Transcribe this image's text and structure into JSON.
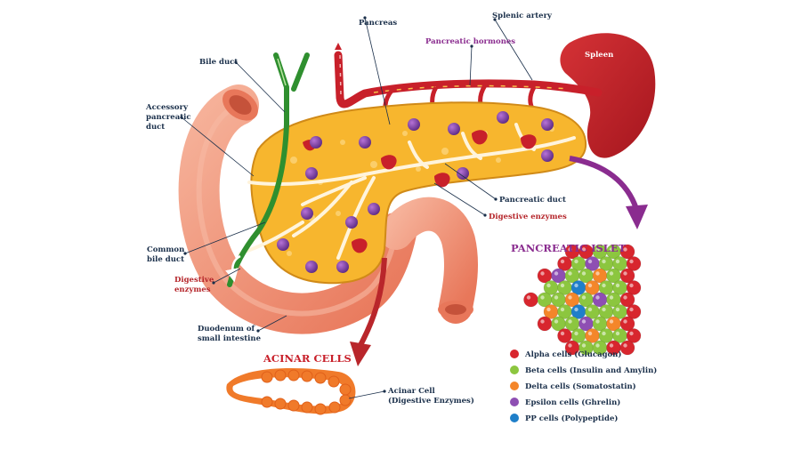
{
  "labels": {
    "pancreas": "Pancreas",
    "splenic_artery": "Splenic artery",
    "pancreatic_hormones": "Pancreatic hormones",
    "spleen": "Spleen",
    "bile_duct": "Bile duct",
    "accessory_duct": [
      "Accessory",
      "pancreatic",
      "duct"
    ],
    "pancreatic_duct": "Pancreatic duct",
    "digestive_enzymes_right": "Digestive enzymes",
    "common_bile_duct": [
      "Common",
      "bile duct"
    ],
    "digestive_enzymes_left": [
      "Digestive",
      "enzymes"
    ],
    "duodenum": [
      "Duodenum of",
      "small intestine"
    ],
    "acinar_cell": [
      "Acinar Cell",
      "(Digestive Enzymes)"
    ]
  },
  "headings": {
    "pancreatic_islet": "PANCREATIC ISLET",
    "acinar_cells": "ACINAR CELLS"
  },
  "legend": [
    {
      "label": "Alpha cells (Glucagon)",
      "color": "#d8262e"
    },
    {
      "label": "Beta cells (Insulin and Amylin)",
      "color": "#8cc63f"
    },
    {
      "label": "Delta cells (Somatostatin)",
      "color": "#f4862a"
    },
    {
      "label": "Epsilon cells (Ghrelin)",
      "color": "#8e4fb3"
    },
    {
      "label": "PP cells (Polypeptide)",
      "color": "#1f7fc9"
    }
  ],
  "colors": {
    "pancreas_fill": "#f7b62e",
    "pancreas_edge": "#c97f16",
    "intestine": "#f29a7b",
    "intestine_dark": "#e07858",
    "artery": "#c8202a",
    "bile_green": "#2f8f2f",
    "islet_purple": "#7b3a9e",
    "arrow_purple": "#8a2c8f",
    "arrow_red": "#b9262b",
    "acinar_orange": "#f07a2a"
  }
}
